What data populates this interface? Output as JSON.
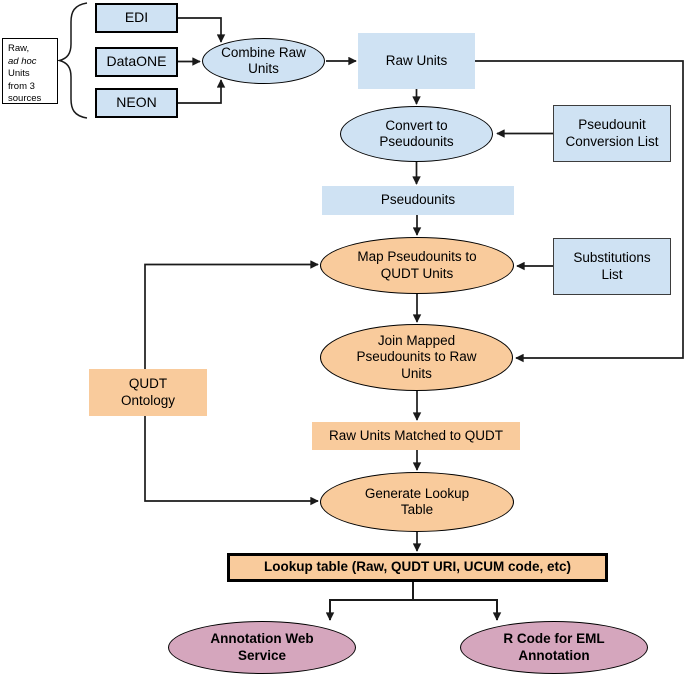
{
  "diagram": {
    "source_note": {
      "line1": "Raw,",
      "line2": "ad hoc",
      "line3": "Units",
      "line4": "from 3",
      "line5": "sources"
    },
    "nodes": {
      "edi": "EDI",
      "dataone": "DataONE",
      "neon": "NEON",
      "combine_raw_units": "Combine Raw Units",
      "raw_units": "Raw Units",
      "convert_to_pseudounits": "Convert to Pseudounits",
      "pseudounit_conversion_list": "Pseudounit Conversion List",
      "pseudounits": "Pseudounits",
      "map_pseudounits": "Map Pseudounits to QUDT Units",
      "substitutions_list": "Substitutions List",
      "qudt_ontology": "QUDT Ontology",
      "join_mapped": "Join Mapped Pseudounits to Raw Units",
      "raw_units_matched": "Raw Units Matched to QUDT",
      "generate_lookup": "Generate Lookup Table",
      "lookup_table": "Lookup table (Raw, QUDT URI, UCUM code, etc)",
      "annotation_web_service": "Annotation Web Service",
      "r_code_eml": "R Code for EML Annotation"
    },
    "colors": {
      "process_blue": "#cfe2f3",
      "process_orange": "#f9cb9c",
      "output_pink": "#d5a6bd",
      "line_black": "#1a1a1a"
    }
  }
}
